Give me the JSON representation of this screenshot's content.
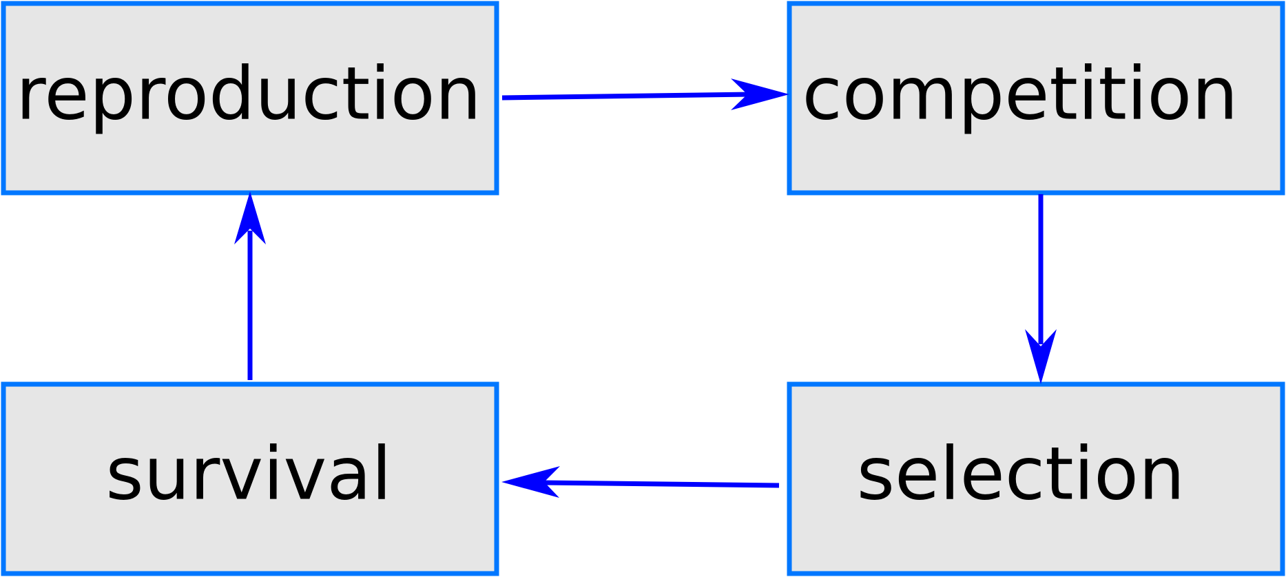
{
  "colors": {
    "node_fill": "#e6e6e6",
    "node_border": "#0077ff",
    "arrow": "#0000ff",
    "text": "#000000"
  },
  "nodes": {
    "reproduction": {
      "label": "reproduction"
    },
    "competition": {
      "label": "competition"
    },
    "selection": {
      "label": "selection"
    },
    "survival": {
      "label": "survival"
    }
  },
  "edges": [
    {
      "from": "reproduction",
      "to": "competition"
    },
    {
      "from": "competition",
      "to": "selection"
    },
    {
      "from": "selection",
      "to": "survival"
    },
    {
      "from": "survival",
      "to": "reproduction"
    }
  ]
}
